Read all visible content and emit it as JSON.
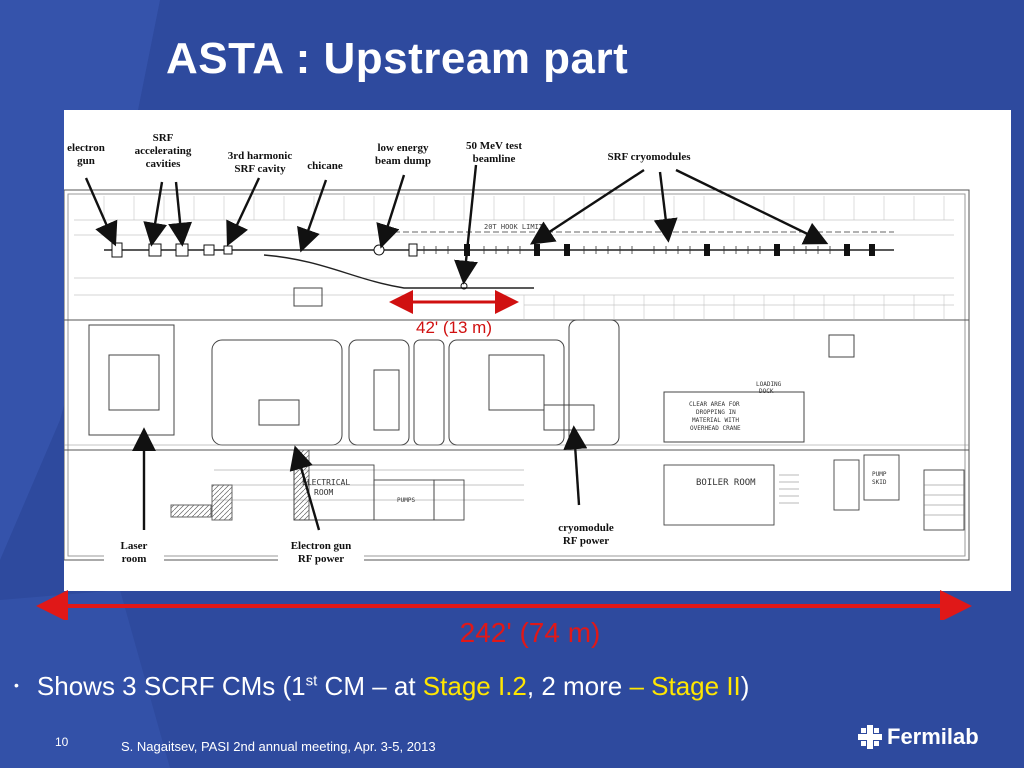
{
  "slide": {
    "title": "ASTA : Upstream part",
    "slide_number": "10",
    "footer": "S. Nagaitsev, PASI 2nd annual meeting, Apr. 3-5, 2013",
    "logo_text": "Fermilab"
  },
  "diagram": {
    "labels": {
      "electron_gun": [
        "electron",
        "gun"
      ],
      "srf_cavities": [
        "SRF",
        "accelerating",
        "cavities"
      ],
      "harmonic": [
        "3rd harmonic",
        "SRF cavity"
      ],
      "chicane": [
        "chicane"
      ],
      "beam_dump": [
        "low energy",
        "beam dump"
      ],
      "test_beamline": [
        "50 MeV test",
        "beamline"
      ],
      "cryomodules": [
        "SRF cryomodules"
      ],
      "laser_room": [
        "Laser",
        "room"
      ],
      "gun_rf": [
        "Electron gun",
        "RF power"
      ],
      "cm_rf": [
        "cryomodule",
        "RF power"
      ]
    },
    "plan_text": {
      "electrical_room": [
        "ELECTRICAL",
        "ROOM"
      ],
      "boiler_room": "BOILER ROOM",
      "clear_area": [
        "CLEAR AREA FOR",
        "DROPPING IN",
        "MATERIAL WITH",
        "OVERHEAD CRANE"
      ],
      "hook_limit": "20T HOOK LIMIT",
      "loading_dock": [
        "LOADING",
        "DOCK"
      ],
      "pump_skid": [
        "PUMP",
        "SKID"
      ],
      "pumps": "PUMPS"
    },
    "short_span": "42' (13 m)",
    "colors": {
      "arrow": "#d01010",
      "pointer": "#111111"
    }
  },
  "total_span": "242' (74 m)",
  "bullet": {
    "prefix": "Shows 3 SCRF CMs (1",
    "sup": "st",
    "mid": " CM – at ",
    "stage1": "Stage I.2",
    "mid2": ", 2 more ",
    "stage2": "– Stage II",
    "suffix": ")"
  }
}
